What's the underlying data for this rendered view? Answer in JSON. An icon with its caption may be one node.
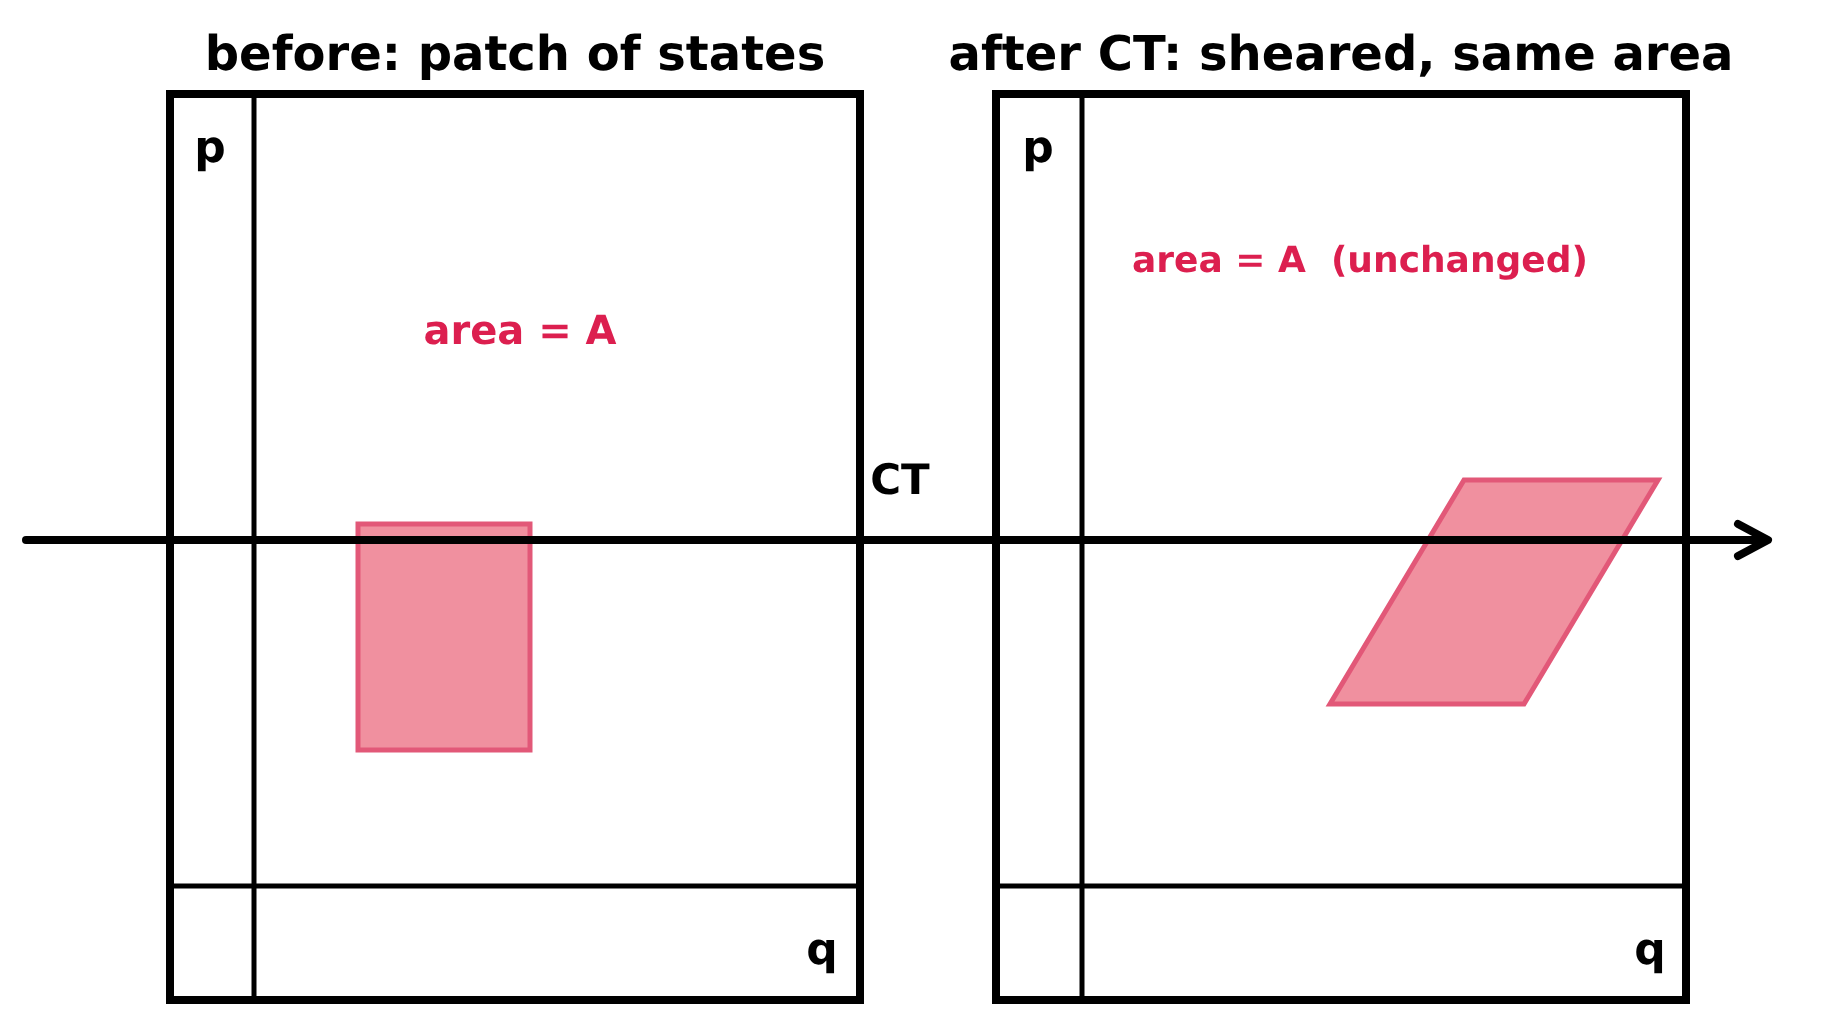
{
  "diagram": {
    "nodes": [
      {
        "text": [
          "before: patch of states"
        ]
      },
      {
        "text": [],
        "shape": "box",
        "in": 0
      },
      {
        "text": [
          "after CT: sheared, same area"
        ]
      },
      {
        "text": [],
        "shape": "parallelogram",
        "in": 2
      }
    ],
    "labels": [
      "p",
      "p",
      "area = A  (unchanged)",
      "area = A",
      "CT",
      "q",
      "q"
    ]
  }
}
